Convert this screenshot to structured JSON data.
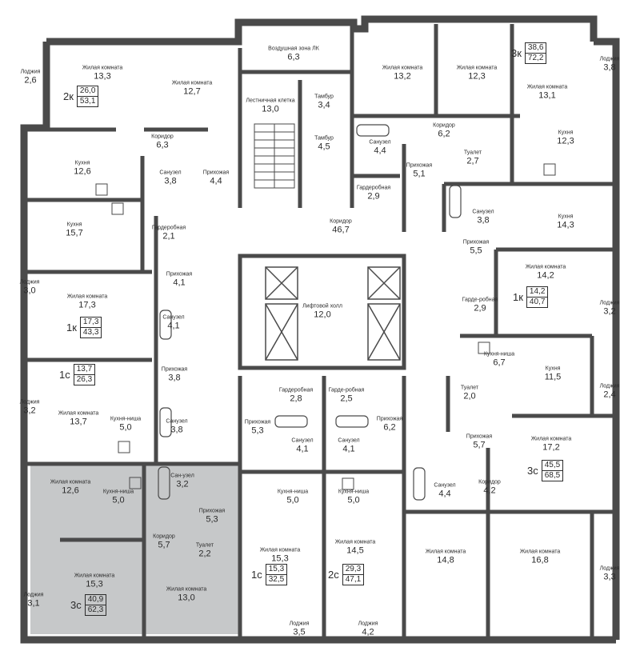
{
  "colors": {
    "wall": "#4a4a4a",
    "highlight": "#c6c8c9",
    "background": "#ffffff",
    "text": "#2b2b2b"
  },
  "rooms": [
    {
      "id": "r1",
      "name": "Жилая комната",
      "area": "13,3"
    },
    {
      "id": "r2",
      "name": "Жилая комната",
      "area": "12,7"
    },
    {
      "id": "r3",
      "name": "Лоджия",
      "area": "2,6"
    },
    {
      "id": "r4",
      "name": "Воздушная зона ЛК",
      "area": "6,3"
    },
    {
      "id": "r5",
      "name": "Лестничная клетка",
      "area": "13,0"
    },
    {
      "id": "r6",
      "name": "Тамбур",
      "area": "3,4"
    },
    {
      "id": "r7",
      "name": "Тамбур",
      "area": "4,5"
    },
    {
      "id": "r8",
      "name": "Коридор",
      "area": "6,3"
    },
    {
      "id": "r9",
      "name": "Кухня",
      "area": "12,6"
    },
    {
      "id": "r10",
      "name": "Санузел",
      "area": "3,8"
    },
    {
      "id": "r11",
      "name": "Прихожая",
      "area": "4,4"
    },
    {
      "id": "r12",
      "name": "Жилая комната",
      "area": "13,2"
    },
    {
      "id": "r13",
      "name": "Жилая комната",
      "area": "12,3"
    },
    {
      "id": "r14",
      "name": "Жилая комната",
      "area": "13,1"
    },
    {
      "id": "r15",
      "name": "Лоджия",
      "area": "3,8"
    },
    {
      "id": "r16",
      "name": "Кухня",
      "area": "12,3"
    },
    {
      "id": "r17",
      "name": "Коридор",
      "area": "6,2"
    },
    {
      "id": "r18",
      "name": "Санузел",
      "area": "4,4"
    },
    {
      "id": "r19",
      "name": "Туалет",
      "area": "2,7"
    },
    {
      "id": "r20",
      "name": "Прихожая",
      "area": "5,1"
    },
    {
      "id": "r21",
      "name": "Гардеробная",
      "area": "2,9"
    },
    {
      "id": "r22",
      "name": "Санузел",
      "area": "3,8"
    },
    {
      "id": "r23",
      "name": "Кухня",
      "area": "14,3"
    },
    {
      "id": "r24",
      "name": "Кухня",
      "area": "15,7"
    },
    {
      "id": "r25",
      "name": "Гардеробная",
      "area": "2,1"
    },
    {
      "id": "r26",
      "name": "Коридор",
      "area": "46,7"
    },
    {
      "id": "r27",
      "name": "Прихожая",
      "area": "4,1"
    },
    {
      "id": "r28",
      "name": "Прихожая",
      "area": "5,5"
    },
    {
      "id": "r29",
      "name": "Жилая комната",
      "area": "14,2"
    },
    {
      "id": "r30",
      "name": "Лоджия",
      "area": "3,0"
    },
    {
      "id": "r31",
      "name": "Жилая комната",
      "area": "17,3"
    },
    {
      "id": "r32",
      "name": "Санузел",
      "area": "4,1"
    },
    {
      "id": "r33",
      "name": "Лифтовой холл",
      "area": "12,0"
    },
    {
      "id": "r34",
      "name": "Гарде-робная",
      "area": "2,9"
    },
    {
      "id": "r35",
      "name": "Лоджия",
      "area": "3,2"
    },
    {
      "id": "r36",
      "name": "Кухня-ниша",
      "area": "6,7"
    },
    {
      "id": "r37",
      "name": "Кухня",
      "area": "11,5"
    },
    {
      "id": "r38",
      "name": "Прихожая",
      "area": "3,8"
    },
    {
      "id": "r39",
      "name": "Лоджия",
      "area": "3,2"
    },
    {
      "id": "r40",
      "name": "Жилая комната",
      "area": "13,7"
    },
    {
      "id": "r41",
      "name": "Кухня-ниша",
      "area": "5,0"
    },
    {
      "id": "r42",
      "name": "Санузел",
      "area": "3,8"
    },
    {
      "id": "r43",
      "name": "Гардеробная",
      "area": "2,8"
    },
    {
      "id": "r44",
      "name": "Гарде-робная",
      "area": "2,5"
    },
    {
      "id": "r45",
      "name": "Лоджия",
      "area": "2,4"
    },
    {
      "id": "r46",
      "name": "Туалет",
      "area": "2,0"
    },
    {
      "id": "r47",
      "name": "Прихожая",
      "area": "5,3"
    },
    {
      "id": "r48",
      "name": "Санузел",
      "area": "4,1"
    },
    {
      "id": "r49",
      "name": "Санузел",
      "area": "4,1"
    },
    {
      "id": "r50",
      "name": "Прихожая",
      "area": "6,2"
    },
    {
      "id": "r51",
      "name": "Прихожая",
      "area": "5,7"
    },
    {
      "id": "r52",
      "name": "Жилая комната",
      "area": "17,2"
    },
    {
      "id": "r53",
      "name": "Жилая комната",
      "area": "12,6"
    },
    {
      "id": "r54",
      "name": "Кухня-ниша",
      "area": "5,0"
    },
    {
      "id": "r55",
      "name": "Сан-узел",
      "area": "3,2"
    },
    {
      "id": "r56",
      "name": "Прихожая",
      "area": "5,3"
    },
    {
      "id": "r57",
      "name": "Кухня-ниша",
      "area": "5,0"
    },
    {
      "id": "r58",
      "name": "Кухня-ниша",
      "area": "5,0"
    },
    {
      "id": "r59",
      "name": "Санузел",
      "area": "4,4"
    },
    {
      "id": "r60",
      "name": "Коридор",
      "area": "4,2"
    },
    {
      "id": "r61",
      "name": "Коридор",
      "area": "5,7"
    },
    {
      "id": "r62",
      "name": "Туалет",
      "area": "2,2"
    },
    {
      "id": "r63",
      "name": "Жилая комната",
      "area": "15,3"
    },
    {
      "id": "r64",
      "name": "Жилая комната",
      "area": "14,5"
    },
    {
      "id": "r65",
      "name": "Жилая комната",
      "area": "14,8"
    },
    {
      "id": "r66",
      "name": "Жилая комната",
      "area": "16,8"
    },
    {
      "id": "r67",
      "name": "Жилая комната",
      "area": "15,3"
    },
    {
      "id": "r68",
      "name": "Жилая комната",
      "area": "13,0"
    },
    {
      "id": "r69",
      "name": "Лоджия",
      "area": "3,1"
    },
    {
      "id": "r70",
      "name": "Лоджия",
      "area": "3,3"
    },
    {
      "id": "r71",
      "name": "Лоджия",
      "area": "3,5"
    },
    {
      "id": "r72",
      "name": "Лоджия",
      "area": "4,2"
    }
  ],
  "apartments": [
    {
      "id": "a1",
      "type": "2к",
      "living": "26,0",
      "total": "53,1"
    },
    {
      "id": "a2",
      "type": "3к",
      "living": "38,6",
      "total": "72,2"
    },
    {
      "id": "a3",
      "type": "1к",
      "living": "17,3",
      "total": "43,3"
    },
    {
      "id": "a4",
      "type": "1к",
      "living": "14,2",
      "total": "40,7"
    },
    {
      "id": "a5",
      "type": "1с",
      "living": "13,7",
      "total": "26,3"
    },
    {
      "id": "a6",
      "type": "3с",
      "living": "45,5",
      "total": "68,5"
    },
    {
      "id": "a7",
      "type": "1с",
      "living": "15,3",
      "total": "32,5"
    },
    {
      "id": "a8",
      "type": "2с",
      "living": "29,3",
      "total": "47,1"
    },
    {
      "id": "a9",
      "type": "3с",
      "living": "40,9",
      "total": "62,3"
    }
  ]
}
